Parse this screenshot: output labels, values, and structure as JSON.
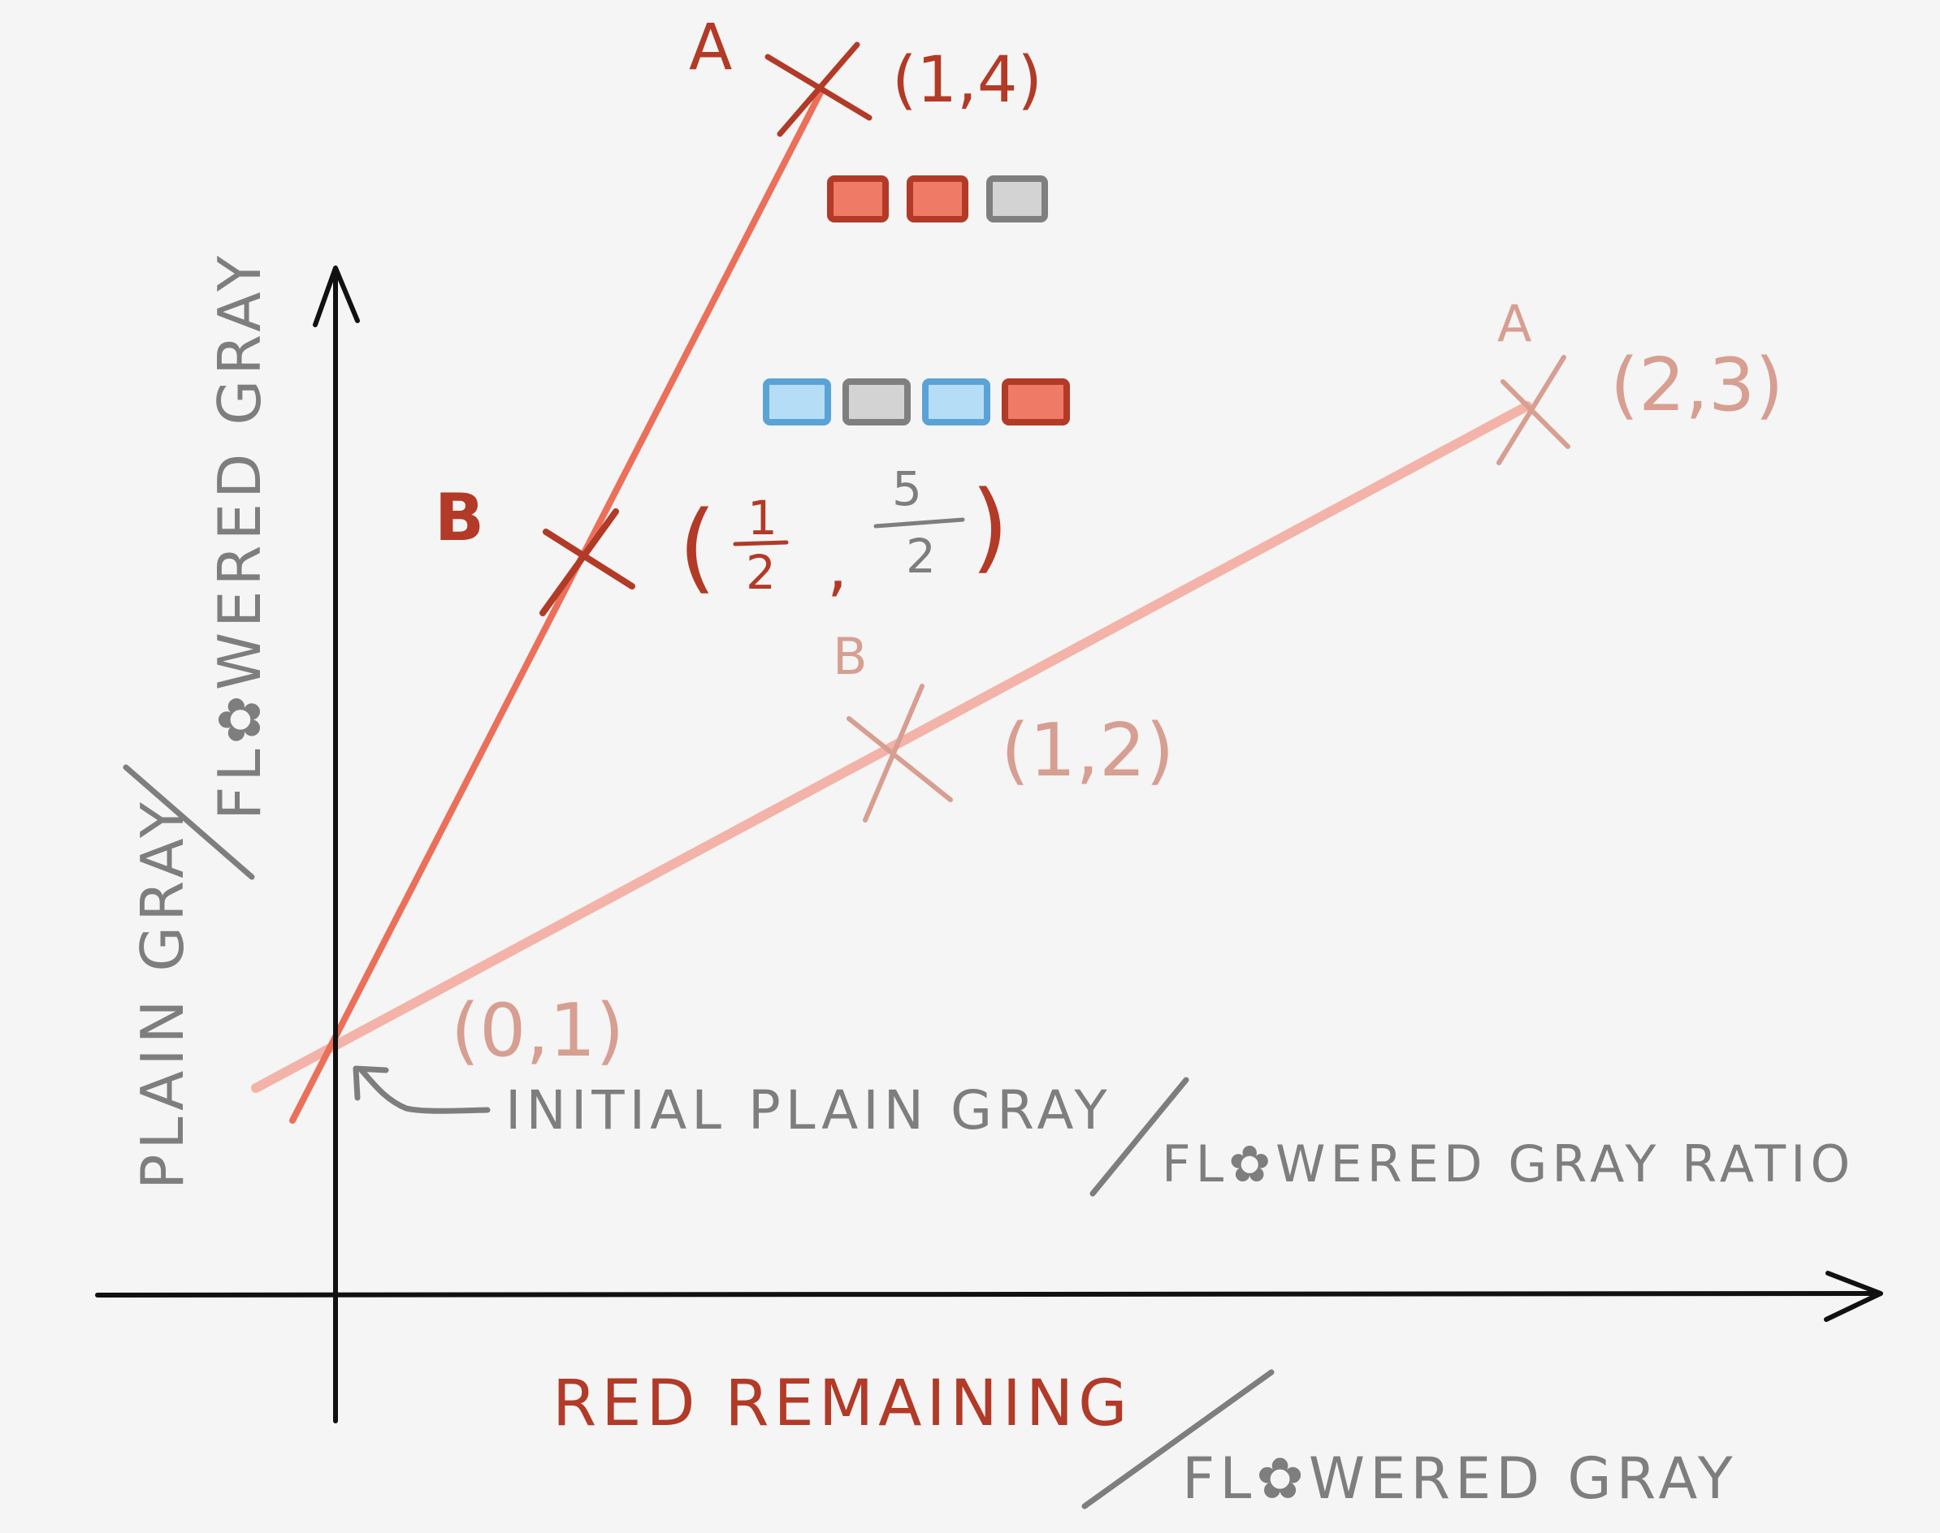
{
  "colors": {
    "background": "#f4f5f4",
    "axis": "#111111",
    "steep_line": "#ec6f5a",
    "shallow_line": "#f3b3a8",
    "dark_red_text": "#b23a27",
    "light_red_text": "#d79e92",
    "gray_text": "#7e7e7e",
    "tile_red_fill": "#ef7b67",
    "tile_red_border": "#b23a27",
    "tile_gray_fill": "#d3d3d3",
    "tile_gray_border": "#7f7f7f",
    "tile_blue_fill": "#b6ddf6",
    "tile_blue_border": "#5aa3d6"
  },
  "axes": {
    "y_label_top": "FL✿WERED GRAY",
    "y_label_bottom": "PLAIN GRAY",
    "x_label_top": "RED REMAINING",
    "x_label_bottom": "FL✿WERED GRAY"
  },
  "points": {
    "steep_A": {
      "name": "A",
      "coord": "(1,4)"
    },
    "steep_B": {
      "name": "B",
      "coord_open": "(",
      "coord_x_num": "1",
      "coord_x_den": "2",
      "coord_sep": ",",
      "coord_y_num": "5",
      "coord_y_den": "2",
      "coord_close": ")"
    },
    "shallow_A": {
      "name": "A",
      "coord": "(2,3)"
    },
    "shallow_B": {
      "name": "B",
      "coord": "(1,2)"
    },
    "origin": {
      "coord": "(0,1)"
    }
  },
  "annotation": {
    "line1": "INITIAL PLAIN GRAY",
    "line2": "FL✿WERED GRAY RATIO"
  },
  "tile_rows": {
    "row1": [
      "red",
      "red",
      "gray"
    ],
    "row2": [
      "blue",
      "gray",
      "blue",
      "red"
    ]
  }
}
